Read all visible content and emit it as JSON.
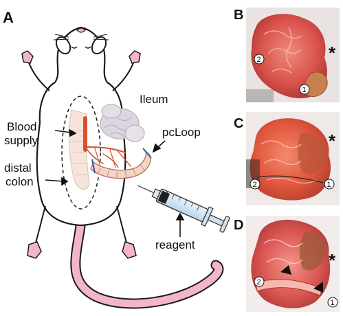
{
  "panels": {
    "a": "A",
    "b": "B",
    "c": "C",
    "d": "D"
  },
  "labels": {
    "ileum": "Ileum",
    "blood_supply_line1": "Blood",
    "blood_supply_line2": "supply",
    "distal_colon_line1": "distal",
    "distal_colon_line2": "colon",
    "pcloop": "pcLoop",
    "reagent": "reagent"
  },
  "markers": {
    "one": "1",
    "two": "2",
    "star": "*"
  },
  "colors": {
    "mouse_outline": "#1a1a1a",
    "mouse_pink": "#f2b6c6",
    "intestine": "#f6d3c4",
    "vessel": "#d9502f",
    "suture": "#2c5aa0",
    "photo_bg": "#e9e4e2",
    "tissue": "#d9534f",
    "ileum_gray": "#d8d2dc"
  }
}
